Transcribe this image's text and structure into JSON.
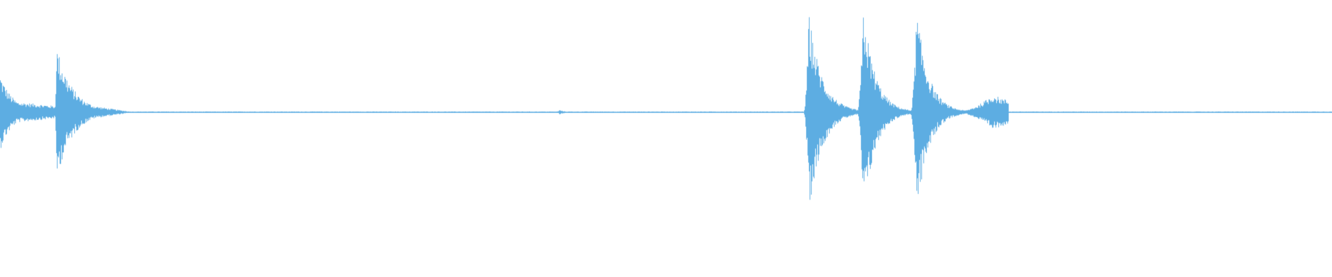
{
  "waveform": {
    "color": "#5DADE2",
    "bursts": [
      {
        "start": 0.0,
        "peak": 0.0,
        "end": 0.085,
        "amp": 0.34,
        "decay": 0.01
      },
      {
        "start": 0.041,
        "peak": 0.042,
        "end": 0.1,
        "amp": 0.62,
        "decay": 0.012
      },
      {
        "start": 0.416,
        "peak": 0.42,
        "end": 0.424,
        "amp": 0.02,
        "decay": 0.004
      },
      {
        "start": 0.603,
        "peak": 0.607,
        "end": 0.645,
        "amp": 0.9,
        "decay": 0.01
      },
      {
        "start": 0.643,
        "peak": 0.648,
        "end": 0.688,
        "amp": 0.95,
        "decay": 0.009
      },
      {
        "start": 0.683,
        "peak": 0.688,
        "end": 0.73,
        "amp": 0.93,
        "decay": 0.009
      },
      {
        "start": 0.715,
        "peak": 0.745,
        "end": 0.757,
        "amp": 0.16,
        "decay": 0.03
      }
    ],
    "baseline_amp": 0.006,
    "sustain_amp": 0.11
  }
}
